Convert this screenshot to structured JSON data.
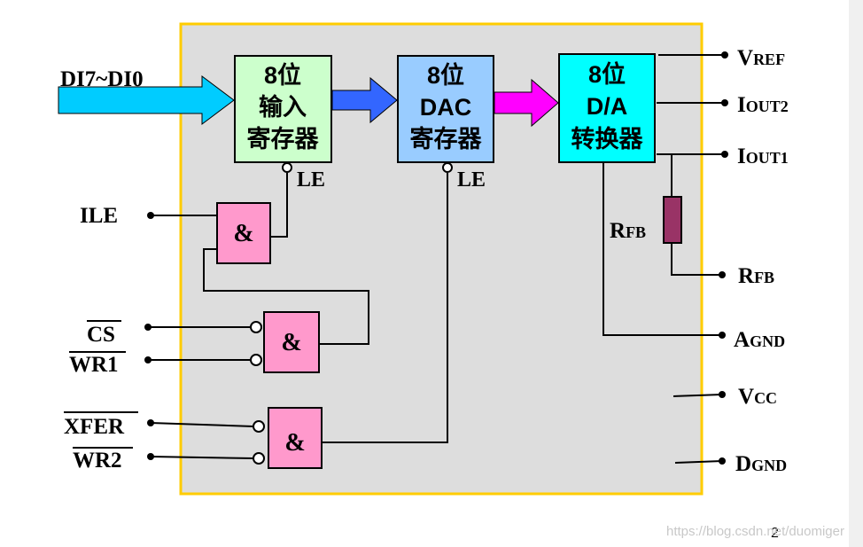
{
  "blocks": {
    "input_register": {
      "lines": [
        "8位",
        "输入",
        "寄存器"
      ],
      "fill": "#ccffcc"
    },
    "dac_register": {
      "lines": [
        "8位",
        "DAC",
        "寄存器"
      ],
      "fill": "#99ccff"
    },
    "converter": {
      "lines": [
        "8位",
        "D/A",
        "转换器"
      ],
      "fill": "#00ffff"
    }
  },
  "gates": {
    "symbol": "&",
    "fill": "#ff99cc"
  },
  "latch_enable": {
    "label": "LE"
  },
  "input_bus": {
    "label": "DI7~DI0",
    "color": "#00ccff"
  },
  "bus_colors": {
    "to_dac": "#3366ff",
    "to_converter": "#ff00ff"
  },
  "inputs": {
    "ile": "ILE",
    "cs": "CS",
    "wr1": "WR1",
    "xfer": "XFER",
    "wr2": "WR2"
  },
  "outputs": {
    "vref": {
      "big": "V",
      "small": "REF"
    },
    "iout2": {
      "big": "I",
      "small": "OUT2"
    },
    "iout1": {
      "big": "I",
      "small": "OUT1"
    },
    "rfb_pin": {
      "big": "R",
      "small": "FB"
    },
    "agnd": {
      "big": "A",
      "small": "GND"
    },
    "vcc": {
      "big": "V",
      "small": "CC"
    },
    "dgnd": {
      "big": "D",
      "small": "GND"
    }
  },
  "resistor": {
    "big": "R",
    "small": "FB",
    "fill": "#993366"
  },
  "chip": {
    "fill": "#dddddd",
    "border": "#ffcc00"
  },
  "page": {
    "number": "2",
    "watermark": "https://blog.csdn.net/duomiger"
  }
}
